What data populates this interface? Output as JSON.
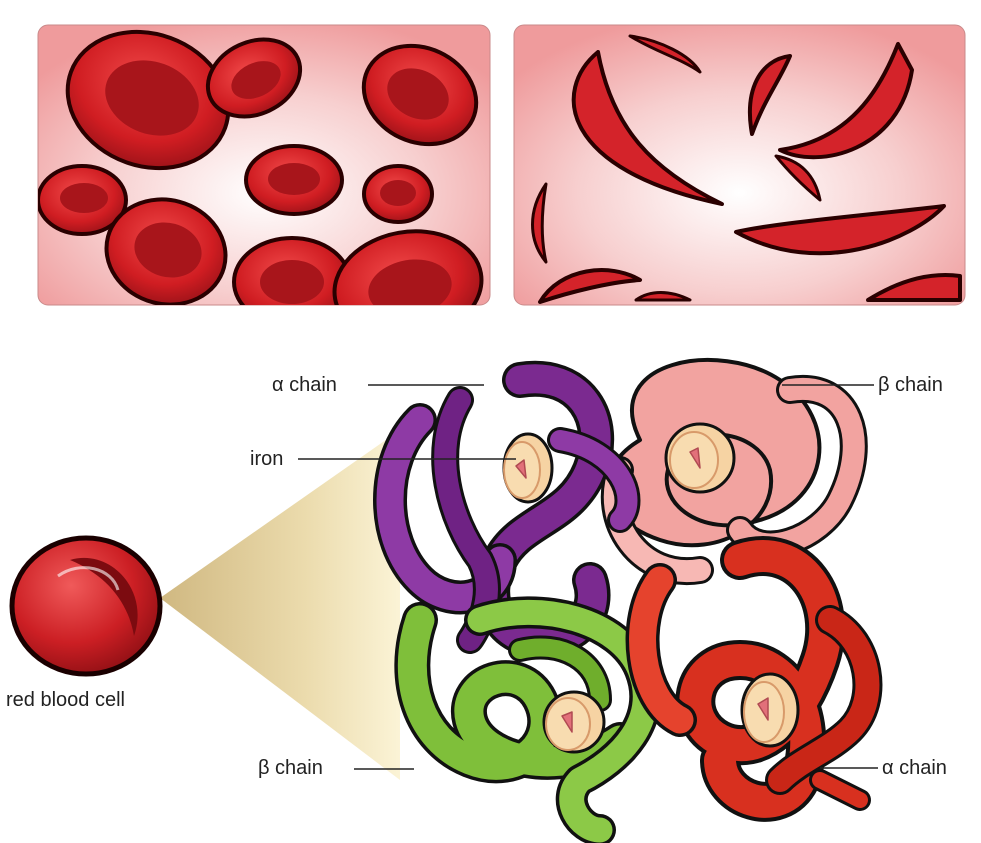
{
  "labels": {
    "alpha_chain_top": "α chain",
    "beta_chain_top": "β chain",
    "iron": "iron",
    "red_blood_cell": "red blood cell",
    "beta_chain_bottom": "β chain",
    "alpha_chain_bottom": "α chain"
  },
  "colors": {
    "alpha_top": "#7b2a90",
    "beta_top": "#f2a3a0",
    "beta_bottom": "#7fbf3a",
    "alpha_bottom": "#d8301f",
    "iron_heme": "#f6d3a3",
    "cell_red": "#c81e22",
    "panel_bg": "#f4a9a9"
  }
}
